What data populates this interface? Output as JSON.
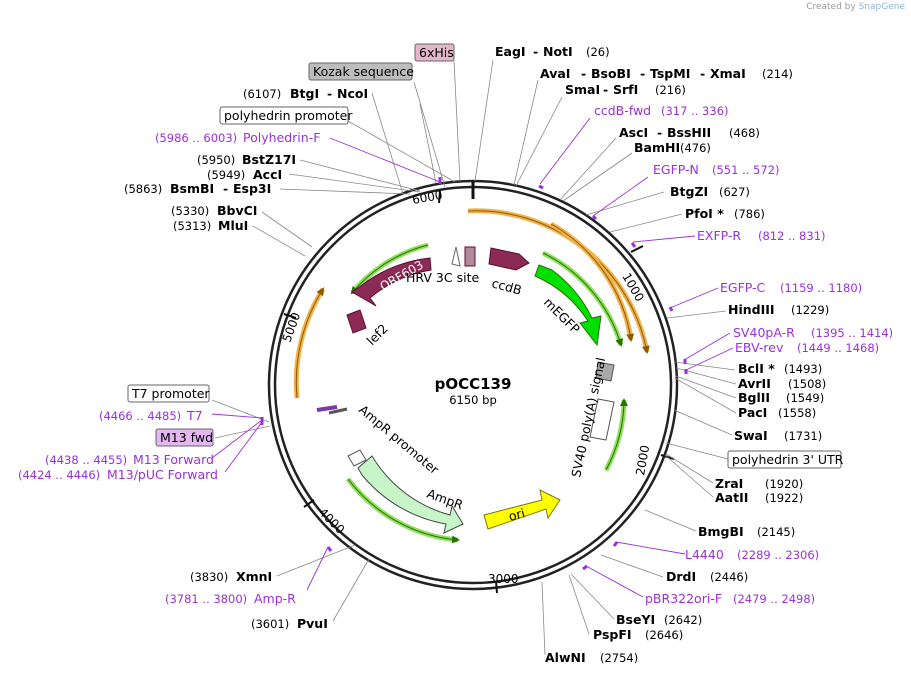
{
  "credit": {
    "prefix": "Created by",
    "brand": "SnapGene"
  },
  "plasmid": {
    "name": "pOCC139",
    "length": "6150 bp"
  },
  "ticks": [
    "1000",
    "2000",
    "3000",
    "4000",
    "5000",
    "6000"
  ],
  "features": {
    "ORF603": "ORF603",
    "HRV": "HRV 3C site",
    "ccdB": "ccdB",
    "mEGFP": "mEGFP",
    "lef2": "lef2",
    "AmpR_promoter": "AmpR promoter",
    "AmpR": "AmpR",
    "ori": "ori",
    "SV40": "SV40 poly(A) signal"
  },
  "boxed": {
    "his": "6xHis",
    "kozak": "Kozak sequence",
    "polh": "polyhedrin promoter",
    "t7": "T7 promoter",
    "m13fwd": "M13 fwd",
    "utr": "polyhedrin 3' UTR"
  },
  "sites": {
    "eagI": {
      "name": "EagI",
      "sep": "-",
      "name2": "NotI",
      "pos": "(26)"
    },
    "avaI": {
      "name": "AvaI",
      "name2": "BsoBI",
      "name3": "TspMI",
      "name4": "XmaI",
      "sep": "-",
      "pos": "(214)"
    },
    "smaI": {
      "name": "SmaI",
      "sep": "-",
      "name2": "SrfI",
      "pos": "(216)"
    },
    "ascI": {
      "name": "AscI",
      "sep": "-",
      "name2": "BssHII",
      "pos": "(468)"
    },
    "bamHI": {
      "name": "BamHI",
      "pos": "(476)"
    },
    "btgZI": {
      "name": "BtgZI",
      "pos": "(627)"
    },
    "pfoI": {
      "name": "PfoI *",
      "pos": "(786)"
    },
    "hindIII": {
      "name": "HindIII",
      "pos": "(1229)"
    },
    "bclI": {
      "name": "BclI *",
      "pos": "(1493)"
    },
    "avrII": {
      "name": "AvrII",
      "pos": "(1508)"
    },
    "bglII": {
      "name": "BglII",
      "pos": "(1549)"
    },
    "pacI": {
      "name": "PacI",
      "pos": "(1558)"
    },
    "swaI": {
      "name": "SwaI",
      "pos": "(1731)"
    },
    "zraI": {
      "name": "ZraI",
      "pos": "(1920)"
    },
    "aatII": {
      "name": "AatII",
      "pos": "(1922)"
    },
    "bmgBI": {
      "name": "BmgBI",
      "pos": "(2145)"
    },
    "drdI": {
      "name": "DrdI",
      "pos": "(2446)"
    },
    "bseYI": {
      "name": "BseYI",
      "pos": "(2642)"
    },
    "pspFI": {
      "name": "PspFI",
      "pos": "(2646)"
    },
    "alwNI": {
      "name": "AlwNI",
      "pos": "(2754)"
    },
    "btgI": {
      "name": "BtgI",
      "sep": "-",
      "name2": "NcoI",
      "pos": "(6107)"
    },
    "bstZ17I": {
      "name": "BstZ17I",
      "pos": "(5950)"
    },
    "accI": {
      "name": "AccI",
      "pos": "(5949)"
    },
    "bsmBI": {
      "name": "BsmBI",
      "sep": "-",
      "name2": "Esp3I",
      "pos": "(5863)"
    },
    "bbvCI": {
      "name": "BbvCI",
      "pos": "(5330)"
    },
    "mluI": {
      "name": "MluI",
      "pos": "(5313)"
    },
    "xmnI": {
      "name": "XmnI",
      "pos": "(3830)"
    },
    "pvuI": {
      "name": "PvuI",
      "pos": "(3601)"
    }
  },
  "primers": {
    "ccdBfwd": {
      "name": "ccdB-fwd",
      "pos": "(317 .. 336)"
    },
    "egfpN": {
      "name": "EGFP-N",
      "pos": "(551 .. 572)"
    },
    "exfpR": {
      "name": "EXFP-R",
      "pos": "(812 .. 831)"
    },
    "egfpC": {
      "name": "EGFP-C",
      "pos": "(1159 .. 1180)"
    },
    "sv40paR": {
      "name": "SV40pA-R",
      "pos": "(1395 .. 1414)"
    },
    "ebvRev": {
      "name": "EBV-rev",
      "pos": "(1449 .. 1468)"
    },
    "l4440": {
      "name": "L4440",
      "pos": "(2289 .. 2306)"
    },
    "pbr322": {
      "name": "pBR322ori-F",
      "pos": "(2479 .. 2498)"
    },
    "ampR": {
      "name": "Amp-R",
      "pos": "(3781 .. 3800)"
    },
    "m13Forward": {
      "name": "M13 Forward",
      "pos": "(4438 .. 4455)"
    },
    "m13puc": {
      "name": "M13/pUC Forward",
      "pos": "(4424 .. 4446)"
    },
    "t7": {
      "name": "T7",
      "pos": "(4466 .. 4485)"
    },
    "polhF": {
      "name": "Polyhedrin-F",
      "pos": "(5986 .. 6003)"
    }
  },
  "colors": {
    "purple": "#9b30d9",
    "maroon": "#8b2a55",
    "green": "#00e000",
    "lightgreen": "#c8f5c8",
    "yellow": "#ffff00",
    "orange": "#f2b24b",
    "gray": "#bdbdbd"
  }
}
